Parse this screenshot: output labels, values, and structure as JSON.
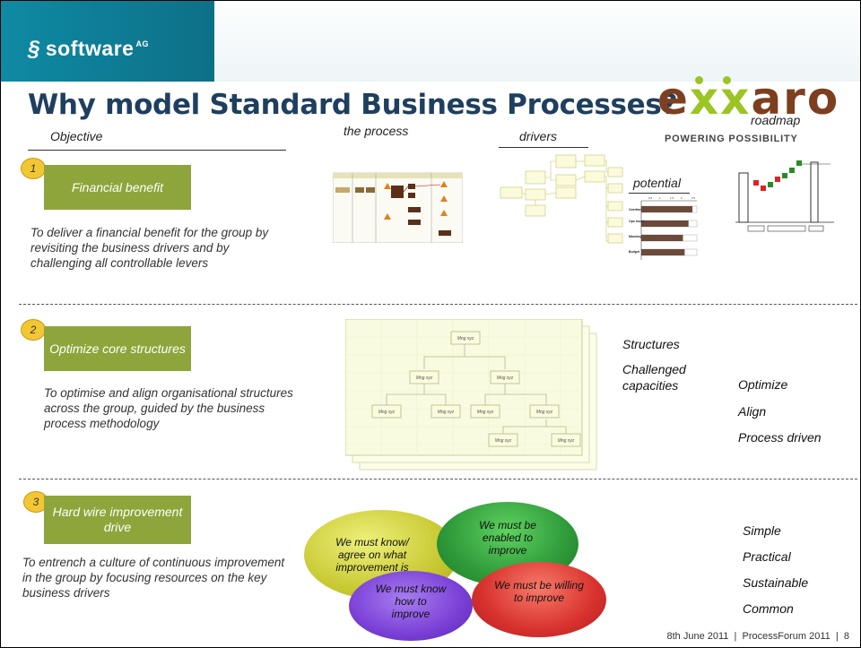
{
  "header": {
    "brand_name": "software",
    "brand_suffix": "AG",
    "title": "Why model Standard Business Processes?"
  },
  "logo": {
    "word_start": "e",
    "word_xx": "xx",
    "word_end": "aro",
    "tagline": "POWERING POSSIBILITY"
  },
  "columns": {
    "objective": "Objective",
    "process": "the process",
    "drivers": "drivers",
    "potential": "potential",
    "roadmap": "roadmap"
  },
  "rows": [
    {
      "number": "1",
      "box": "Financial benefit",
      "description": "To deliver a financial benefit for the group by revisiting the business drivers and by challenging all controllable levers"
    },
    {
      "number": "2",
      "box": "Optimize core structures",
      "description": "To optimise and align organisational structures across the group, guided by the business process methodology"
    },
    {
      "number": "3",
      "box": "Hard wire improvement drive",
      "description": "To entrench a culture of continuous improvement in the group by focusing resources on the key business drivers"
    }
  ],
  "org_chart": {
    "node_label": "Mng xyz"
  },
  "row2_side": {
    "structures": "Structures",
    "challenged": "Challenged capacities",
    "list": [
      "Optimize",
      "Align",
      "Process driven"
    ]
  },
  "ellipses": {
    "know": "We must know/ agree on what improvement is",
    "enabled": "We must be enabled to improve",
    "how": "We must know how to improve",
    "willing": "We must be willing to improve"
  },
  "row3_side": {
    "list": [
      "Simple",
      "Practical",
      "Sustainable",
      "Common"
    ]
  },
  "potential_chart": {
    "bars": [
      0.92,
      0.85,
      0.75,
      0.78
    ]
  },
  "colors": {
    "accent_teal": "#0d6f86",
    "green_box": "#8da53b",
    "title_navy": "#1f3f5f",
    "ellipse_yellow": "#c8c832",
    "ellipse_green": "#2e9a3a",
    "ellipse_purple": "#7a3fd6",
    "ellipse_red": "#d8322e"
  },
  "footer": {
    "date": "8th June 2011",
    "event": "ProcessForum 2011",
    "page": "8"
  }
}
